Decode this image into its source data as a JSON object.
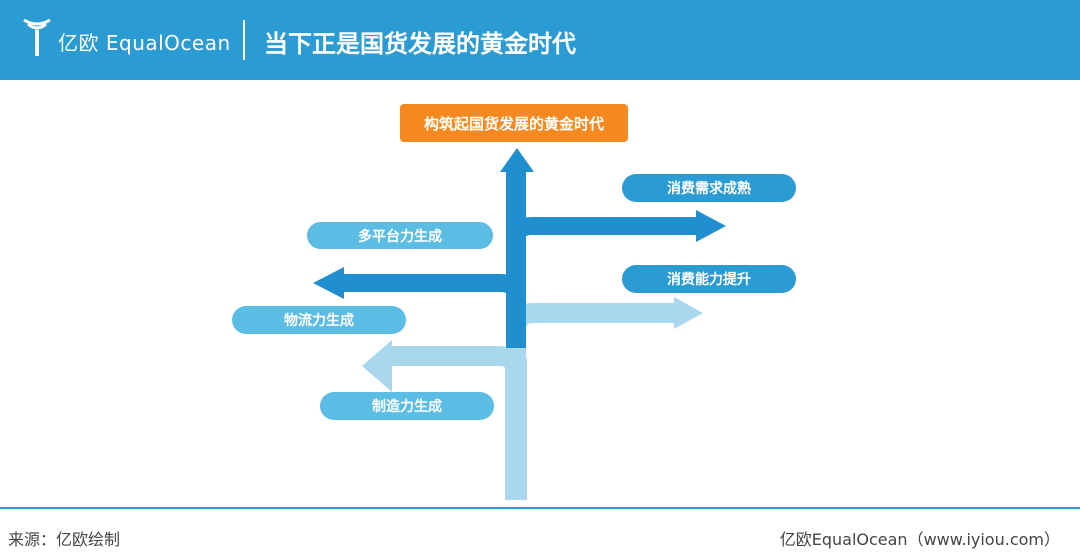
{
  "header": {
    "brand": "亿欧 EqualOcean",
    "title": "当下正是国货发展的黄金时代"
  },
  "diagram": {
    "goal": "构筑起国货发展的黄金时代",
    "labels": {
      "demand": "消费需求成熟",
      "platform": "多平台力生成",
      "capacity": "消费能力提升",
      "logistics": "物流力生成",
      "manufacturing": "制造力生成"
    }
  },
  "colors": {
    "header_bg": "#2a9bd3",
    "goal_bg": "#f5891f",
    "dark_blue": "#1f8fcf",
    "light_blue": "#a9d8ee",
    "pill_dark": "#2a9bd3",
    "pill_light": "#5bbde4"
  },
  "footer": {
    "source": "来源：亿欧绘制",
    "credit": "亿欧EqualOcean（www.iyiou.com）"
  }
}
